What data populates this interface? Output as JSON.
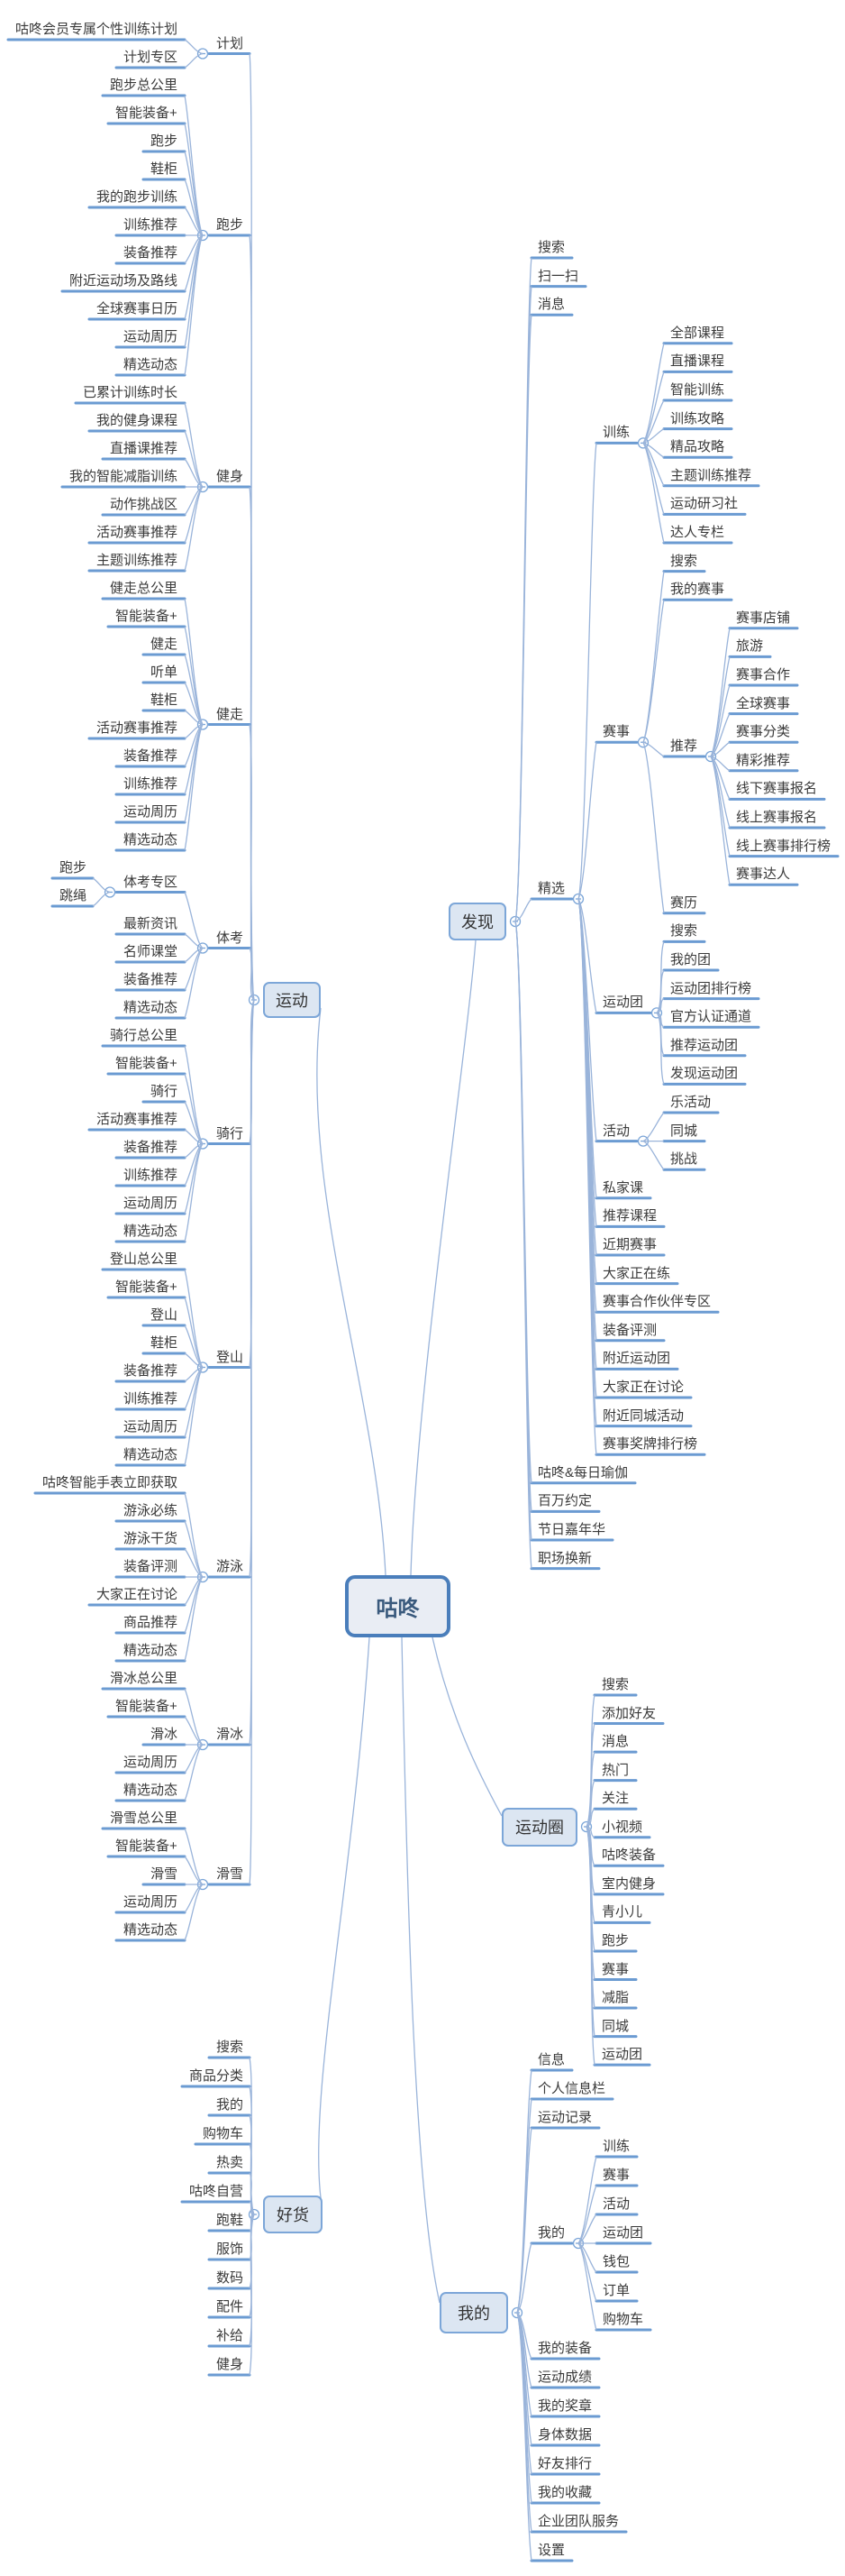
{
  "style": {
    "underline_color": "#6b9bd2",
    "wire_color": "#9ab4da",
    "box_fill": "#dce6f2",
    "box_border": "#7ca6d8",
    "root_border": "#4a7ebb",
    "text_color": "#3a3a3a"
  },
  "root": {
    "label": "咕咚"
  },
  "branches": [
    {
      "label": "运动",
      "side": "left",
      "children": [
        {
          "label": "计划",
          "children": [
            {
              "label": "咕咚会员专属个性训练计划"
            },
            {
              "label": "计划专区"
            }
          ]
        },
        {
          "label": "跑步",
          "children": [
            {
              "label": "跑步总公里"
            },
            {
              "label": "智能装备+"
            },
            {
              "label": "跑步"
            },
            {
              "label": "鞋柜"
            },
            {
              "label": "我的跑步训练"
            },
            {
              "label": "训练推荐"
            },
            {
              "label": "装备推荐"
            },
            {
              "label": "附近运动场及路线"
            },
            {
              "label": "全球赛事日历"
            },
            {
              "label": "运动周历"
            },
            {
              "label": "精选动态"
            }
          ]
        },
        {
          "label": "健身",
          "children": [
            {
              "label": "已累计训练时长"
            },
            {
              "label": "我的健身课程"
            },
            {
              "label": "直播课推荐"
            },
            {
              "label": "我的智能减脂训练"
            },
            {
              "label": "动作挑战区"
            },
            {
              "label": "活动赛事推荐"
            },
            {
              "label": "主题训练推荐"
            }
          ]
        },
        {
          "label": "健走",
          "children": [
            {
              "label": "健走总公里"
            },
            {
              "label": "智能装备+"
            },
            {
              "label": "健走"
            },
            {
              "label": "听单"
            },
            {
              "label": "鞋柜"
            },
            {
              "label": "活动赛事推荐"
            },
            {
              "label": "装备推荐"
            },
            {
              "label": "训练推荐"
            },
            {
              "label": "运动周历"
            },
            {
              "label": "精选动态"
            }
          ]
        },
        {
          "label": "体考",
          "children": [
            {
              "label": "体考专区",
              "children": [
                {
                  "label": "跑步"
                },
                {
                  "label": "跳绳"
                }
              ]
            },
            {
              "label": "最新资讯"
            },
            {
              "label": "名师课堂"
            },
            {
              "label": "装备推荐"
            },
            {
              "label": "精选动态"
            }
          ]
        },
        {
          "label": "骑行",
          "children": [
            {
              "label": "骑行总公里"
            },
            {
              "label": "智能装备+"
            },
            {
              "label": "骑行"
            },
            {
              "label": "活动赛事推荐"
            },
            {
              "label": "装备推荐"
            },
            {
              "label": "训练推荐"
            },
            {
              "label": "运动周历"
            },
            {
              "label": "精选动态"
            }
          ]
        },
        {
          "label": "登山",
          "children": [
            {
              "label": "登山总公里"
            },
            {
              "label": "智能装备+"
            },
            {
              "label": "登山"
            },
            {
              "label": "鞋柜"
            },
            {
              "label": "装备推荐"
            },
            {
              "label": "训练推荐"
            },
            {
              "label": "运动周历"
            },
            {
              "label": "精选动态"
            }
          ]
        },
        {
          "label": "游泳",
          "children": [
            {
              "label": "咕咚智能手表立即获取"
            },
            {
              "label": "游泳必练"
            },
            {
              "label": "游泳干货"
            },
            {
              "label": "装备评测"
            },
            {
              "label": "大家正在讨论"
            },
            {
              "label": "商品推荐"
            },
            {
              "label": "精选动态"
            }
          ]
        },
        {
          "label": "滑冰",
          "children": [
            {
              "label": "滑冰总公里"
            },
            {
              "label": "智能装备+"
            },
            {
              "label": "滑冰"
            },
            {
              "label": "运动周历"
            },
            {
              "label": "精选动态"
            }
          ]
        },
        {
          "label": "滑雪",
          "children": [
            {
              "label": "滑雪总公里"
            },
            {
              "label": "智能装备+"
            },
            {
              "label": "滑雪"
            },
            {
              "label": "运动周历"
            },
            {
              "label": "精选动态"
            }
          ]
        }
      ]
    },
    {
      "label": "发现",
      "side": "right",
      "children": [
        {
          "label": "搜索"
        },
        {
          "label": "扫一扫"
        },
        {
          "label": "消息"
        },
        {
          "label": "精选",
          "children": [
            {
              "label": "训练",
              "children": [
                {
                  "label": "全部课程"
                },
                {
                  "label": "直播课程"
                },
                {
                  "label": "智能训练"
                },
                {
                  "label": "训练攻略"
                },
                {
                  "label": "精品攻略"
                },
                {
                  "label": "主题训练推荐"
                },
                {
                  "label": "运动研习社"
                },
                {
                  "label": "达人专栏"
                }
              ]
            },
            {
              "label": "赛事",
              "children": [
                {
                  "label": "搜索"
                },
                {
                  "label": "我的赛事"
                },
                {
                  "label": "推荐",
                  "children": [
                    {
                      "label": "赛事店铺"
                    },
                    {
                      "label": "旅游"
                    },
                    {
                      "label": "赛事合作"
                    },
                    {
                      "label": "全球赛事"
                    },
                    {
                      "label": "赛事分类"
                    },
                    {
                      "label": "精彩推荐"
                    },
                    {
                      "label": "线下赛事报名"
                    },
                    {
                      "label": "线上赛事报名"
                    },
                    {
                      "label": "线上赛事排行榜"
                    },
                    {
                      "label": "赛事达人"
                    }
                  ]
                },
                {
                  "label": "赛历"
                }
              ]
            },
            {
              "label": "运动团",
              "children": [
                {
                  "label": "搜索"
                },
                {
                  "label": "我的团"
                },
                {
                  "label": "运动团排行榜"
                },
                {
                  "label": "官方认证通道"
                },
                {
                  "label": "推荐运动团"
                },
                {
                  "label": "发现运动团"
                }
              ]
            },
            {
              "label": "活动",
              "children": [
                {
                  "label": "乐活动"
                },
                {
                  "label": "同城"
                },
                {
                  "label": "挑战"
                }
              ]
            },
            {
              "label": "私家课"
            },
            {
              "label": "推荐课程"
            },
            {
              "label": "近期赛事"
            },
            {
              "label": "大家正在练"
            },
            {
              "label": "赛事合作伙伴专区"
            },
            {
              "label": "装备评测"
            },
            {
              "label": "附近运动团"
            },
            {
              "label": "大家正在讨论"
            },
            {
              "label": "附近同城活动"
            },
            {
              "label": "赛事奖牌排行榜"
            }
          ]
        },
        {
          "label": "咕咚&每日瑜伽"
        },
        {
          "label": "百万约定"
        },
        {
          "label": "节日嘉年华"
        },
        {
          "label": "职场换新"
        }
      ]
    },
    {
      "label": "运动圈",
      "side": "right",
      "children": [
        {
          "label": "搜索"
        },
        {
          "label": "添加好友"
        },
        {
          "label": "消息"
        },
        {
          "label": "热门"
        },
        {
          "label": "关注"
        },
        {
          "label": "小视频"
        },
        {
          "label": "咕咚装备"
        },
        {
          "label": "室内健身"
        },
        {
          "label": "青小儿"
        },
        {
          "label": "跑步"
        },
        {
          "label": "赛事"
        },
        {
          "label": "减脂"
        },
        {
          "label": "同城"
        },
        {
          "label": "运动团"
        }
      ]
    },
    {
      "label": "好货",
      "side": "left",
      "children": [
        {
          "label": "搜索"
        },
        {
          "label": "商品分类"
        },
        {
          "label": "我的"
        },
        {
          "label": "购物车"
        },
        {
          "label": "热卖"
        },
        {
          "label": "咕咚自营"
        },
        {
          "label": "跑鞋"
        },
        {
          "label": "服饰"
        },
        {
          "label": "数码"
        },
        {
          "label": "配件"
        },
        {
          "label": "补给"
        },
        {
          "label": "健身"
        }
      ]
    },
    {
      "label": "我的",
      "side": "right",
      "children": [
        {
          "label": "信息"
        },
        {
          "label": "个人信息栏"
        },
        {
          "label": "运动记录"
        },
        {
          "label": "我的",
          "children": [
            {
              "label": "训练"
            },
            {
              "label": "赛事"
            },
            {
              "label": "活动"
            },
            {
              "label": "运动团"
            },
            {
              "label": "钱包"
            },
            {
              "label": "订单"
            },
            {
              "label": "购物车"
            }
          ]
        },
        {
          "label": "我的装备"
        },
        {
          "label": "运动成绩"
        },
        {
          "label": "我的奖章"
        },
        {
          "label": "身体数据"
        },
        {
          "label": "好友排行"
        },
        {
          "label": "我的收藏"
        },
        {
          "label": "企业团队服务"
        },
        {
          "label": "设置"
        }
      ]
    }
  ]
}
